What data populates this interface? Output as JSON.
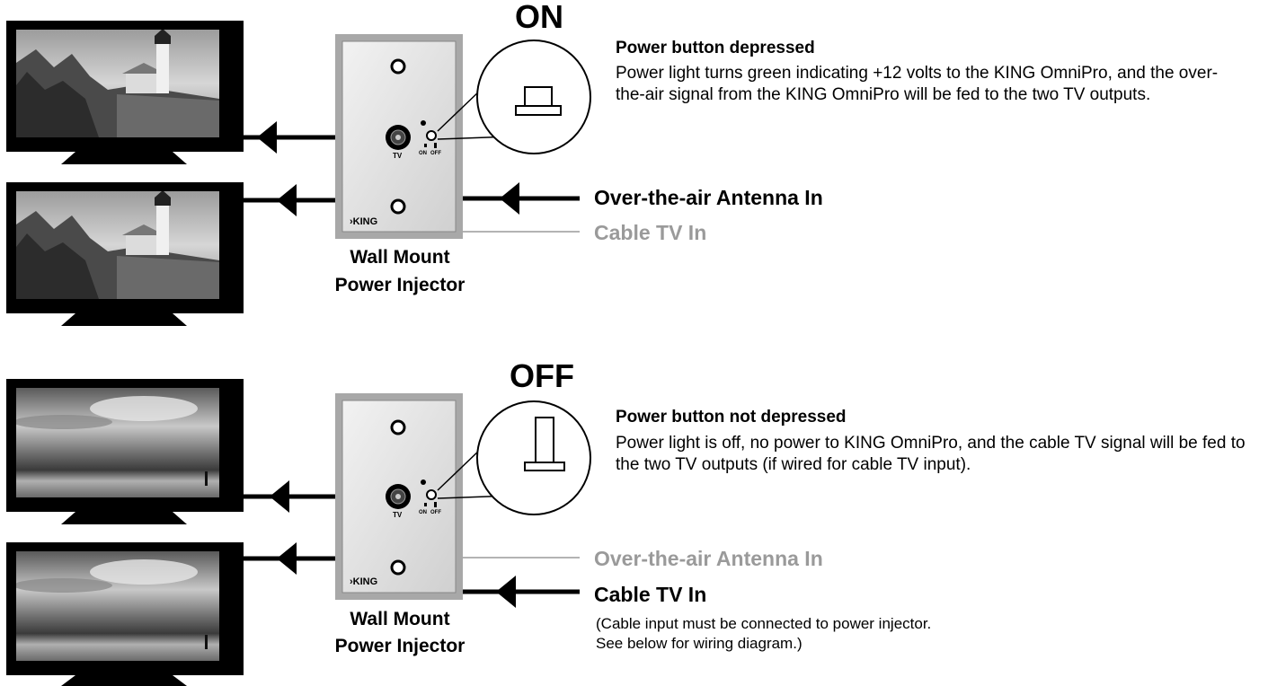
{
  "on_panel": {
    "state_label": "ON",
    "heading": "Power button depressed",
    "description": "Power light turns green indicating +12 volts to the KING OmniPro, and the over-the-air signal from the KING OmniPro will be fed to the two TV outputs.",
    "antenna_label": "Over-the-air Antenna In",
    "cable_label": "Cable TV In",
    "plate_caption_line1": "Wall Mount",
    "plate_caption_line2": "Power Injector",
    "plate_tv_text": "TV",
    "plate_on_text": "ON",
    "plate_off_text": "OFF",
    "plate_logo": "›KING"
  },
  "off_panel": {
    "state_label": "OFF",
    "heading": "Power button not depressed",
    "description": "Power light is off, no power to KING OmniPro, and the cable TV signal will be fed to the two TV outputs (if wired for cable TV input).",
    "antenna_label": "Over-the-air Antenna In",
    "cable_label": "Cable TV In",
    "note_line1": "(Cable input must be connected to power injector.",
    "note_line2": "See below for wiring diagram.)",
    "plate_caption_line1": "Wall Mount",
    "plate_caption_line2": "Power Injector",
    "plate_tv_text": "TV",
    "plate_on_text": "ON",
    "plate_off_text": "OFF",
    "plate_logo": "›KING"
  },
  "colors": {
    "active_line": "#000000",
    "inactive_line": "#9a9a9a",
    "tv_bezel": "#000000",
    "plate_face": "#e6e6e6",
    "plate_border": "#b3b3b3"
  }
}
